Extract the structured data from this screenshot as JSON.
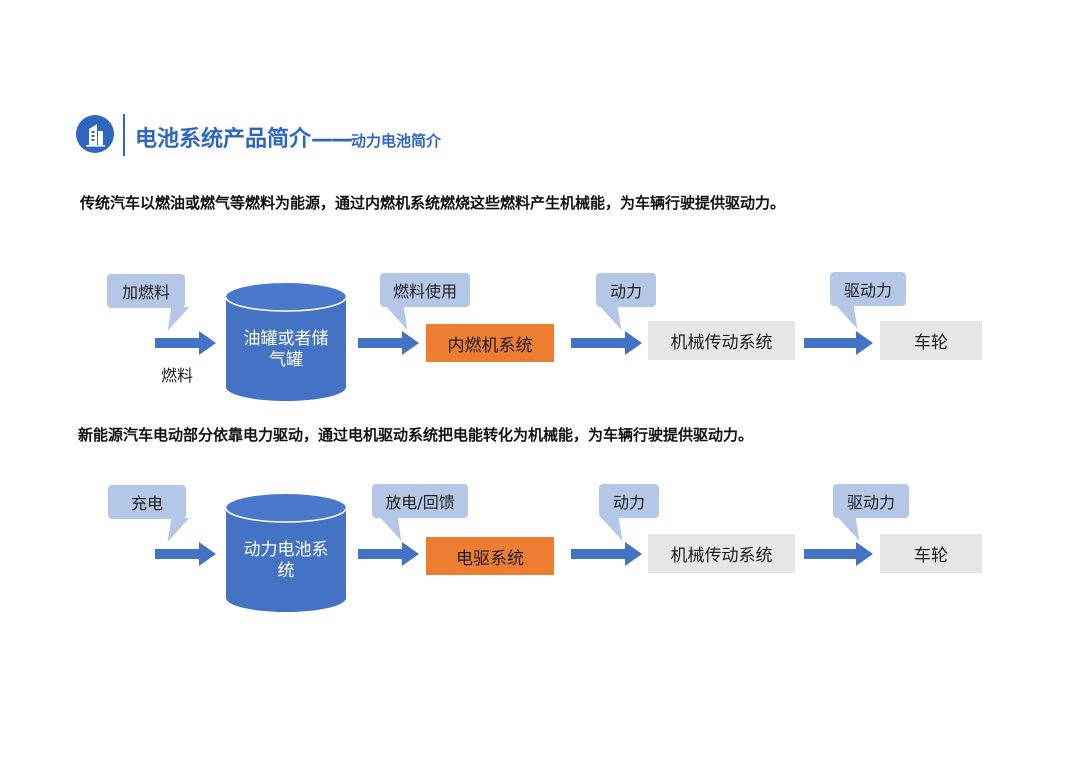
{
  "header": {
    "icon": "building-icon",
    "title_main": "电池系统产品简介",
    "title_dash": "——",
    "title_sub": "动力电池简介"
  },
  "row1": {
    "description": "传统汽车以燃油或燃气等燃料为能源，通过内燃机系统燃烧这些燃料产生机械能，为车辆行驶提供驱动力。",
    "bubbles": [
      "加燃料",
      "燃料使用",
      "动力",
      "驱动力"
    ],
    "input_label": "燃料",
    "cylinder_lines": [
      "油罐或者储",
      "气罐"
    ],
    "core_box": "内燃机系统",
    "transmission_box": "机械传动系统",
    "wheel_box": "车轮"
  },
  "row2": {
    "description": "新能源汽车电动部分依靠电力驱动，通过电机驱动系统把电能转化为机械能，为车辆行驶提供驱动力。",
    "bubbles": [
      "充电",
      "放电/回馈",
      "动力",
      "驱动力"
    ],
    "cylinder_lines": [
      "动力电池系",
      "统"
    ],
    "core_box": "电驱系统",
    "transmission_box": "机械传动系统",
    "wheel_box": "车轮"
  },
  "colors": {
    "accent": "#2f67c0",
    "cylinder": "#4472c4",
    "bubble": "#b5c7e7",
    "core_box": "#ed7d31",
    "gray_box": "#e6e6e6"
  }
}
